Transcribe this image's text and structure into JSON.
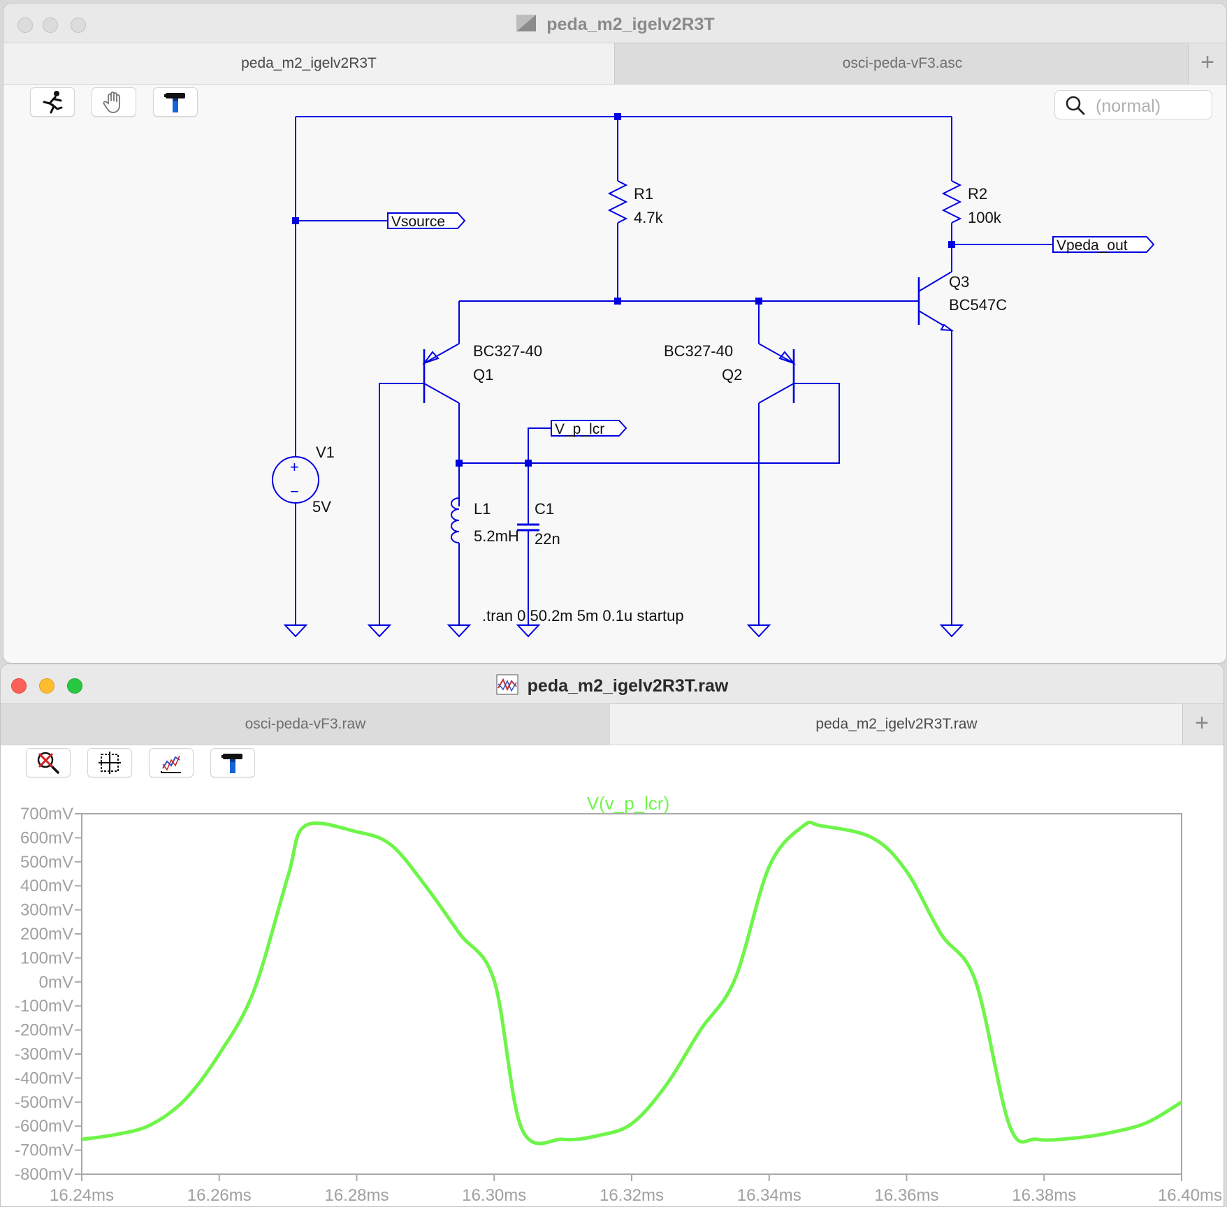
{
  "schematic_window": {
    "title": "peda_m2_igelv2R3T",
    "tabs": [
      {
        "label": "peda_m2_igelv2R3T",
        "active": true
      },
      {
        "label": "osci-peda-vF3.asc",
        "active": false
      }
    ],
    "add_tab_label": "+",
    "toolbar_icons": [
      "run-icon",
      "pan-hand-icon",
      "hammer-icon"
    ],
    "search_placeholder": "(normal)",
    "components": {
      "r1": {
        "name": "R1",
        "value": "4.7k"
      },
      "r2": {
        "name": "R2",
        "value": "100k"
      },
      "q1": {
        "name": "Q1",
        "model": "BC327-40"
      },
      "q2": {
        "name": "Q2",
        "model": "BC327-40"
      },
      "q3": {
        "name": "Q3",
        "model": "BC547C"
      },
      "v1": {
        "name": "V1",
        "value": "5V",
        "plus": "+",
        "minus": "−"
      },
      "l1": {
        "name": "L1",
        "value": "5.2mH"
      },
      "c1": {
        "name": "C1",
        "value": "22n"
      }
    },
    "net_labels": {
      "vsource": "Vsource",
      "vpeda_out": "Vpeda_out",
      "v_p_lcr": "V_p_lcr"
    },
    "directive": ".tran 0 50.2m 5m 0.1u startup",
    "wire_color": "#0000e0"
  },
  "waveform_window": {
    "title": "peda_m2_igelv2R3T.raw",
    "tabs": [
      {
        "label": "osci-peda-vF3.raw",
        "active": false
      },
      {
        "label": "peda_m2_igelv2R3T.raw",
        "active": true
      }
    ],
    "add_tab_label": "+",
    "toolbar_icons": [
      "zoom-cancel-icon",
      "autorange-icon",
      "trace-icon",
      "hammer-icon"
    ]
  },
  "chart_data": {
    "type": "line",
    "title": "V(v_p_lcr)",
    "trace_color": "#6ff54a",
    "ytick_labels": [
      "700mV",
      "600mV",
      "500mV",
      "400mV",
      "300mV",
      "200mV",
      "100mV",
      "0mV",
      "-100mV",
      "-200mV",
      "-300mV",
      "-400mV",
      "-500mV",
      "-600mV",
      "-700mV",
      "-800mV"
    ],
    "xtick_labels": [
      "16.24ms",
      "16.26ms",
      "16.28ms",
      "16.30ms",
      "16.32ms",
      "16.34ms",
      "16.36ms",
      "16.38ms",
      "16.40ms"
    ],
    "xlim": [
      16.24,
      16.4
    ],
    "ylim": [
      -800,
      700
    ],
    "x_unit": "ms",
    "y_unit": "mV",
    "series": [
      {
        "x": [
          16.24,
          16.245,
          16.25,
          16.255,
          16.26,
          16.265,
          16.27,
          16.2725,
          16.28,
          16.285,
          16.29,
          16.295,
          16.3,
          16.304,
          16.31,
          16.315,
          16.32,
          16.325,
          16.33,
          16.335,
          16.34,
          16.345,
          16.3475,
          16.355,
          16.36,
          16.365,
          16.37,
          16.375,
          16.379,
          16.385,
          16.39,
          16.395,
          16.4
        ],
        "y": [
          -655,
          -635,
          -595,
          -490,
          -300,
          -40,
          440,
          650,
          625,
          570,
          400,
          200,
          5,
          -610,
          -655,
          -640,
          -590,
          -430,
          -200,
          10,
          480,
          650,
          650,
          600,
          460,
          200,
          5,
          -600,
          -655,
          -648,
          -625,
          -585,
          -500
        ]
      }
    ]
  }
}
